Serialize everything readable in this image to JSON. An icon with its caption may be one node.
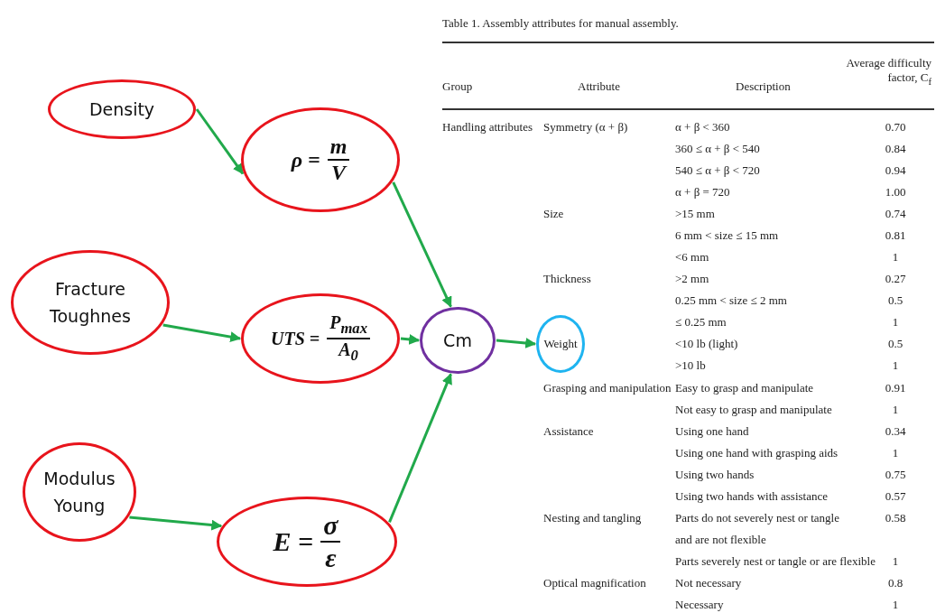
{
  "diagram": {
    "nodes": [
      {
        "text": [
          "Density"
        ]
      },
      {
        "text": [
          "ρ =",
          "m",
          "V"
        ]
      },
      {
        "text": [
          "Fracture Toughnes"
        ]
      },
      {
        "text": [
          "UTS =",
          "P$_{max}$",
          "A$_{0}$"
        ]
      },
      {
        "text": [
          "Modulus Young"
        ]
      },
      {
        "text": [
          "E =",
          "σ",
          "ε"
        ]
      },
      {
        "text": [
          "Cm"
        ]
      },
      {
        "text": [
          "Weight"
        ]
      }
    ],
    "edges": [
      {
        "from": 0,
        "to": 1,
        "arrow": "to"
      },
      {
        "from": 1,
        "to": 6,
        "arrow": "to"
      },
      {
        "from": 2,
        "to": 3,
        "arrow": "to"
      },
      {
        "from": 3,
        "to": 6,
        "arrow": "to"
      },
      {
        "from": 4,
        "to": 5,
        "arrow": "to"
      },
      {
        "from": 5,
        "to": 6,
        "arrow": "to"
      },
      {
        "from": 6,
        "to": 7,
        "arrow": "to"
      }
    ],
    "labels": [
      "Table 1. Assembly attributes for manual assembly.",
      "Group",
      "Attribute",
      "Description",
      "Average difficulty factor, C$_{f}$",
      "Handling attributes",
      "Symmetry (α + β)",
      "α + β < 360",
      "0.70",
      "360 ≤ α + β < 540",
      "0.84",
      "540 ≤ α + β < 720",
      "0.94",
      "α + β = 720",
      "1.00",
      "Size",
      ">15 mm",
      "0.74",
      "6 mm < size ≤ 15 mm",
      "0.81",
      "<6 mm",
      "1",
      "Thickness",
      ">2 mm",
      "0.27",
      "0.25 mm < size ≤ 2 mm",
      "0.5",
      "≤ 0.25 mm",
      "1",
      "<10 lb (light)",
      "0.5",
      ">10 lb",
      "1",
      "Grasping and manipulation",
      "Easy to grasp and manipulate",
      "0.91",
      "Not easy to grasp and manipulate",
      "1",
      "Assistance",
      "Using one hand",
      "0.34",
      "Using one hand with grasping aids",
      "1",
      "Using two hands",
      "0.75",
      "Using two hands with assistance",
      "0.57",
      "Nesting and tangling",
      "Parts do not severely nest or tangle and are not flexible",
      "0.58",
      "Parts severely nest or tangle or are flexible",
      "1",
      "Optical magnification",
      "Not necessary",
      "0.8",
      "Necessary",
      "1"
    ]
  }
}
